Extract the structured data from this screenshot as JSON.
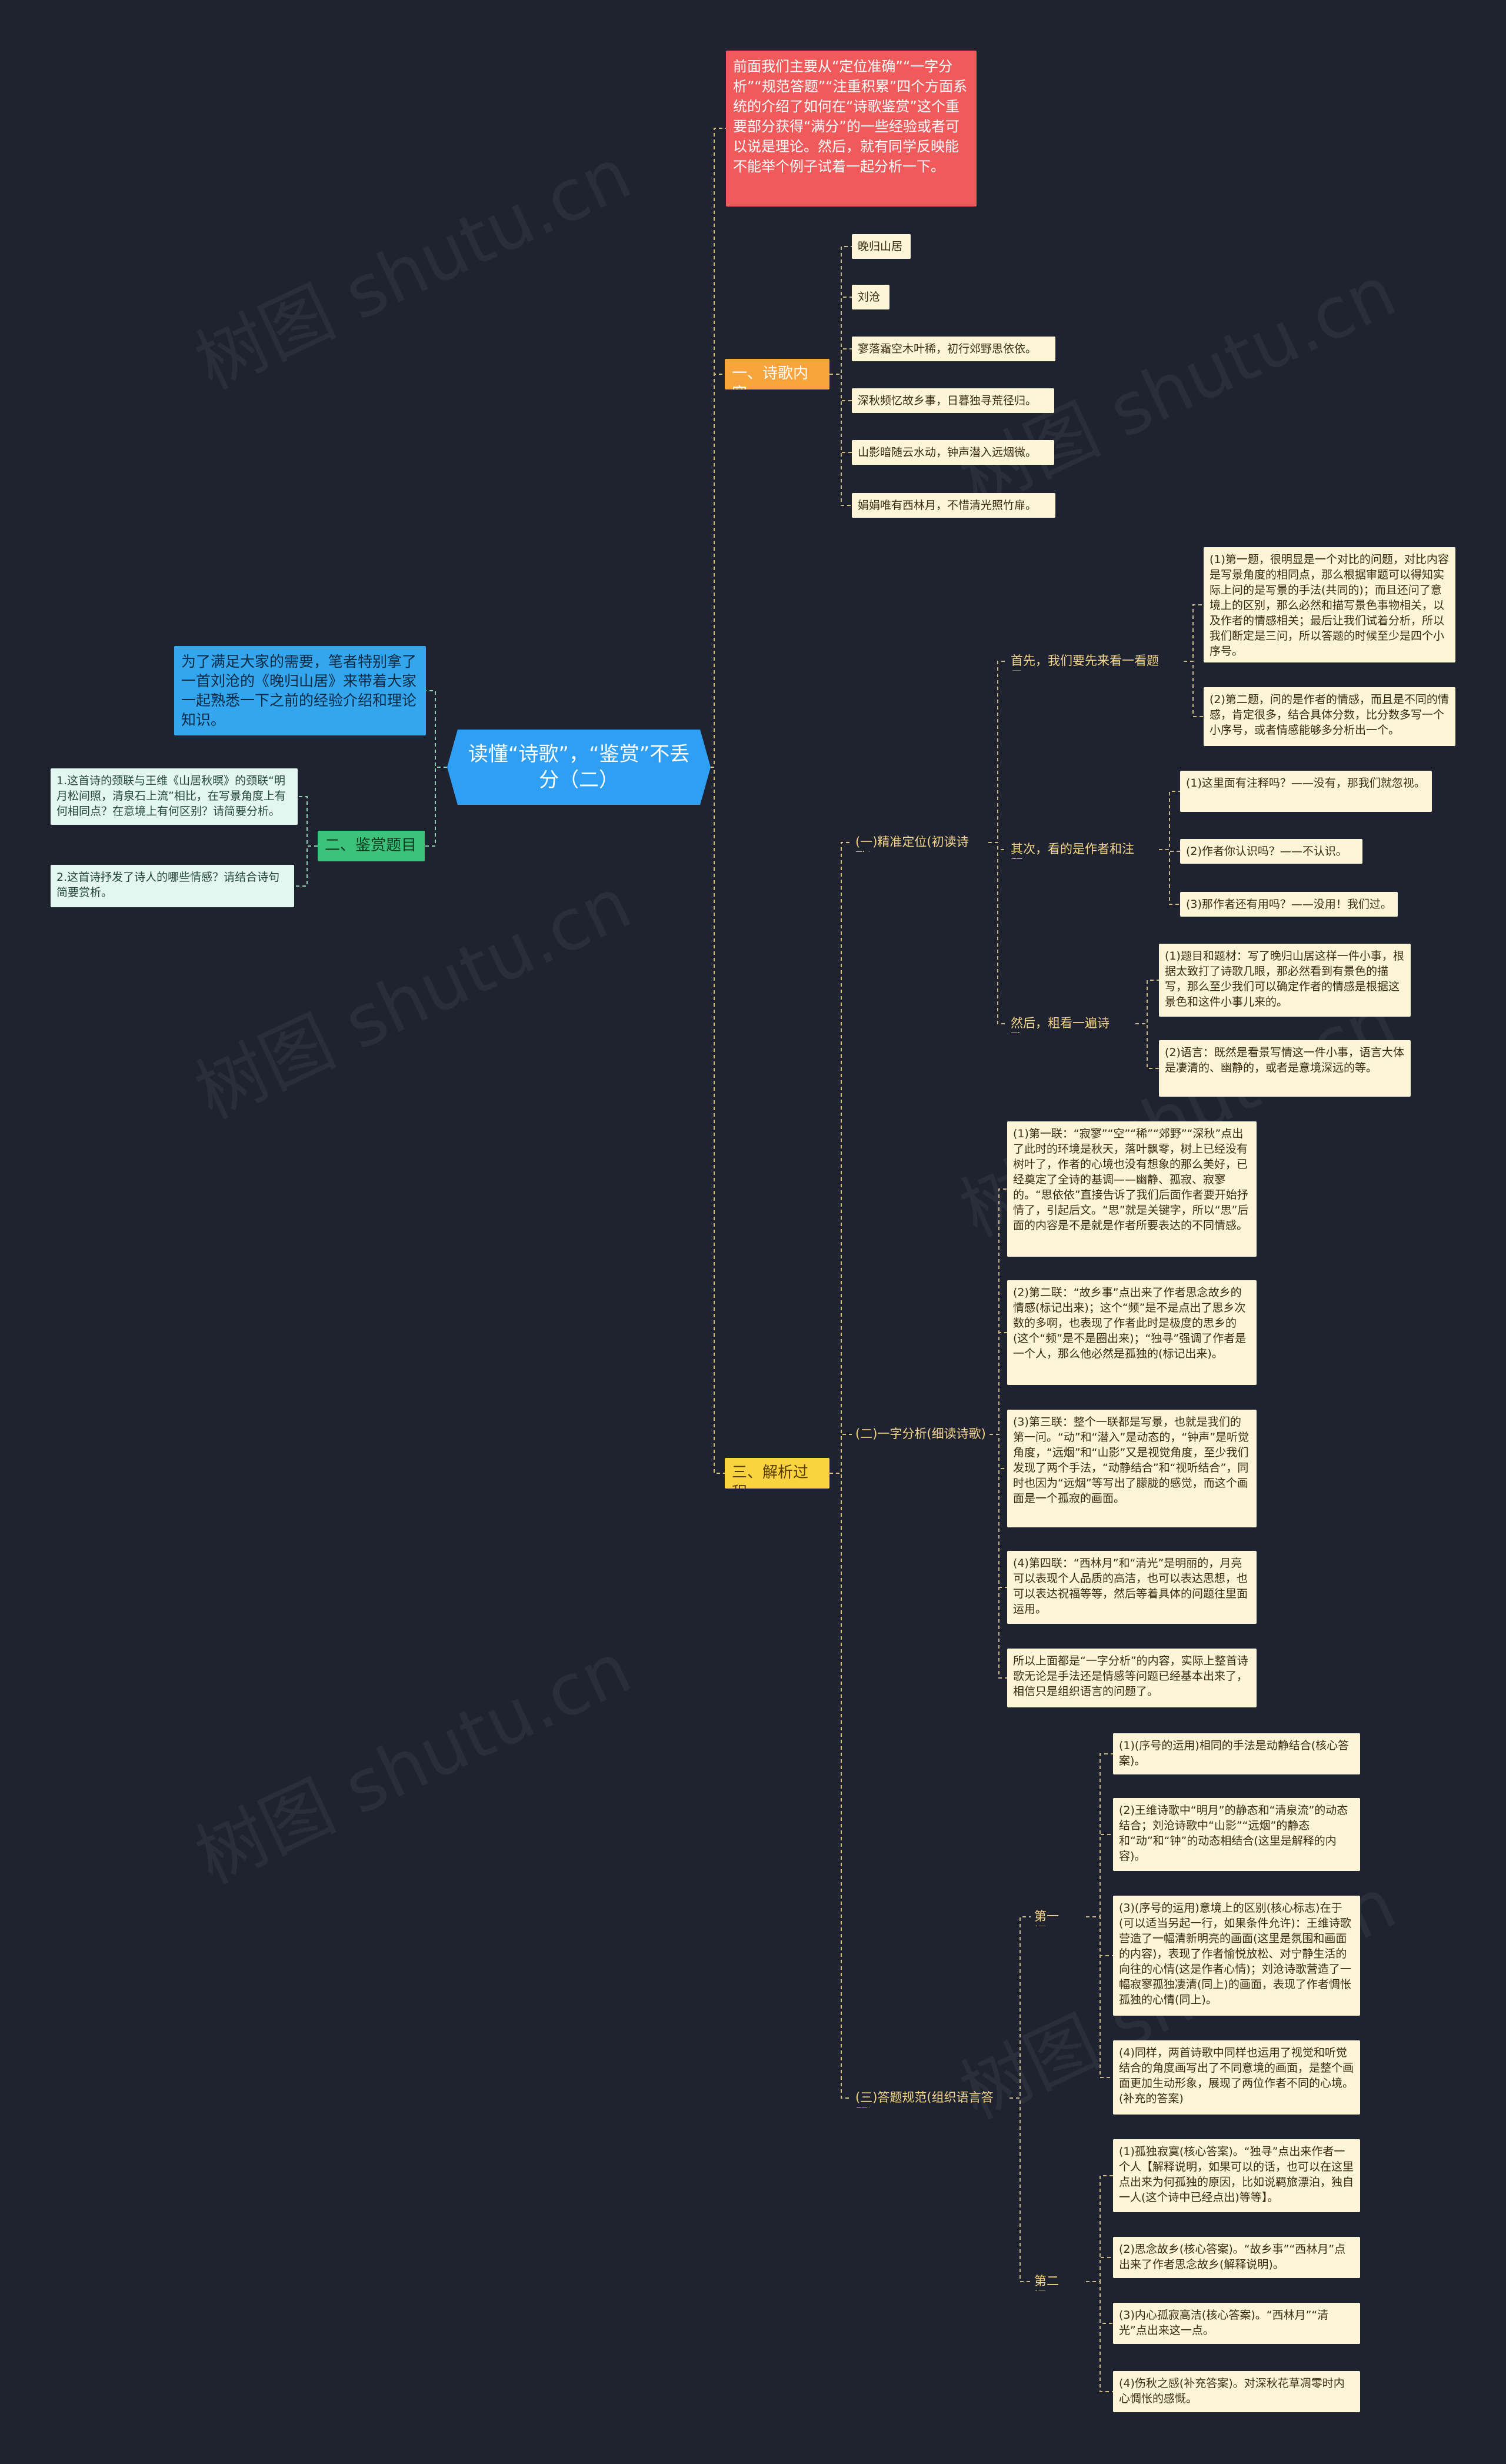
{
  "root": "读懂“诗歌”，“鉴赏”不丢分（二）",
  "intro": "前面我们主要从“定位准确”“一字分析”“规范答题”“注重积累”四个方面系统的介绍了如何在“诗歌鉴赏”这个重要部分获得“满分”的一些经验或者可以说是理论。然后，就有同学反映能不能举个例子试着一起分析一下。",
  "left_intro": "为了满足大家的需要，笔者特别拿了一首刘沧的《晚归山居》来带着大家一起熟悉一下之前的经验介绍和理论知识。",
  "branch1": {
    "label": "一、诗歌内容",
    "items": [
      "晚归山居",
      "刘沧",
      "寥落霜空木叶稀，初行郊野思依依。",
      "深秋频忆故乡事，日暮独寻荒径归。",
      "山影暗随云水动，钟声潜入远烟微。",
      "娟娟唯有西林月，不惜清光照竹扉。"
    ]
  },
  "branch2": {
    "label": "二、鉴赏题目",
    "items": [
      "1.这首诗的颈联与王维《山居秋暝》的颈联“明月松间照，清泉石上流”相比，在写景角度上有何相同点？在意境上有何区别？请简要分析。",
      "2.这首诗抒发了诗人的哪些情感？请结合诗句简要赏析。"
    ]
  },
  "branch3": {
    "label": "三、解析过程",
    "sub1": {
      "label": "(一)精准定位(初读诗歌)",
      "g1": {
        "label": "首先，我们要先来看一看题目：",
        "items": [
          "(1)第一题，很明显是一个对比的问题，对比内容是写景角度的相同点，那么根据审题可以得知实际上问的是写景的手法(共同的)；而且还问了意境上的区别，那么必然和描写景色事物相关，以及作者的情感相关；最后让我们试着分析，所以我们断定是三问，所以答题的时候至少是四个小序号。",
          "(2)第二题，问的是作者的情感，而且是不同的情感，肯定很多，结合具体分数，比分数多写一个小序号，或者情感能够多分析出一个。"
        ]
      },
      "g2": {
        "label": "其次，看的是作者和注释：",
        "items": [
          "(1)这里面有注释吗？——没有，那我们就忽视。",
          "(2)作者你认识吗？——不认识。",
          "(3)那作者还有用吗？——没用！我们过。"
        ]
      },
      "g3": {
        "label": "然后，粗看一遍诗歌：",
        "items": [
          "(1)题目和题材：写了晚归山居这样一件小事，根据太致打了诗歌几眼，那必然看到有景色的描写，那么至少我们可以确定作者的情感是根据这景色和这件小事儿来的。",
          "(2)语言：既然是看景写情这一件小事，语言大体是凄清的、幽静的，或者是意境深远的等。"
        ]
      }
    },
    "sub2": {
      "label": "(二)一字分析(细读诗歌)",
      "items": [
        "(1)第一联：“寂寥”“空”“稀”“郊野”“深秋”点出了此时的环境是秋天，落叶飘零，树上已经没有树叶了，作者的心境也没有想象的那么美好，已经奠定了全诗的基调——幽静、孤寂、寂寥的。“思依依”直接告诉了我们后面作者要开始抒情了，引起后文。“思”就是关键字，所以“思”后面的内容是不是就是作者所要表达的不同情感。",
        "(2)第二联：“故乡事”点出来了作者思念故乡的情感(标记出来)；这个“频”是不是点出了思乡次数的多啊，也表现了作者此时是极度的思乡的(这个“频”是不是圈出来)；“独寻”强调了作者是一个人，那么他必然是孤独的(标记出来)。",
        "(3)第三联：整个一联都是写景，也就是我们的第一问。“动”和“潜入”是动态的，“钟声”是听觉角度，“远烟”和“山影”又是视觉角度，至少我们发现了两个手法，“动静结合”和“视听结合”，同时也因为“远烟”等写出了朦胧的感觉，而这个画面是一个孤寂的画面。",
        "(4)第四联：“西林月”和“清光”是明丽的，月亮可以表现个人品质的高洁，也可以表达思想，也可以表达祝福等等，然后等着具体的问题往里面运用。",
        "所以上面都是“一字分析”的内容，实际上整首诗歌无论是手法还是情感等问题已经基本出来了，相信只是组织语言的问题了。"
      ]
    },
    "sub3": {
      "label": "(三)答题规范(组织语言答题)",
      "q1": {
        "label": "第一问：",
        "items": [
          "(1)(序号的运用)相同的手法是动静结合(核心答案)。",
          "(2)王维诗歌中“明月”的静态和“清泉流”的动态结合；刘沧诗歌中“山影”“远烟”的静态和“动”和“钟”的动态相结合(这里是解释的内容)。",
          "(3)(序号的运用)意境上的区别(核心标志)在于(可以适当另起一行，如果条件允许)：王维诗歌营造了一幅清新明亮的画面(这里是氛围和画面的内容)，表现了作者愉悦放松、对宁静生活的向往的心情(这是作者心情)；刘沧诗歌营造了一幅寂寥孤独凄清(同上)的画面，表现了作者惆怅孤独的心情(同上)。",
          "(4)同样，两首诗歌中同样也运用了视觉和听觉结合的角度画写出了不同意境的画面，是整个画面更加生动形象，展现了两位作者不同的心境。(补充的答案)"
        ]
      },
      "q2": {
        "label": "第二问：",
        "items": [
          "(1)孤独寂寞(核心答案)。“独寻”点出来作者一个人【解释说明，如果可以的话，也可以在这里点出来为何孤独的原因，比如说羁旅漂泊，独自一人(这个诗中已经点出)等等】。",
          "(2)思念故乡(核心答案)。“故乡事”“西林月”点出来了作者思念故乡(解释说明)。",
          "(3)内心孤寂高洁(核心答案)。“西林月”“清光”点出来这一点。",
          "(4)伤秋之感(补充答案)。对深秋花草凋零时内心惆怅的感慨。"
        ]
      }
    }
  },
  "watermark": "树图 shutu.cn"
}
